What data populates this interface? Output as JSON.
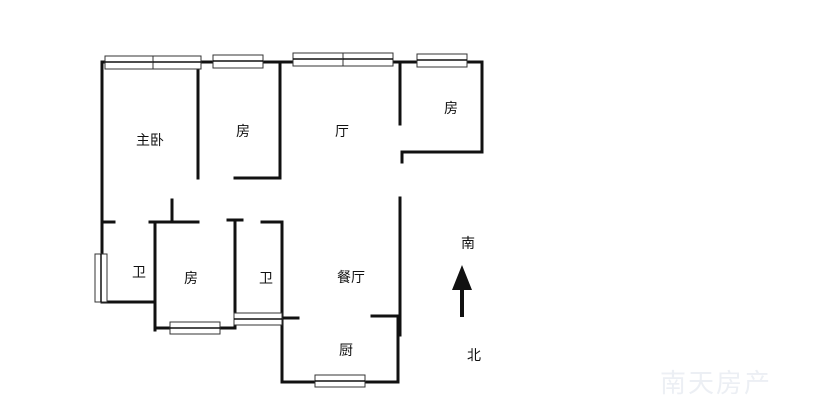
{
  "rooms": {
    "master_bedroom": "主卧",
    "room_1": "房",
    "living_room": "厅",
    "room_2": "房",
    "bath_1": "卫",
    "room_3": "房",
    "bath_2": "卫",
    "dining_room": "餐厅",
    "kitchen": "厨"
  },
  "compass": {
    "south": "南",
    "north": "北"
  },
  "watermark": "南天房产",
  "colors": {
    "wall": "#111111",
    "window_frame": "#333333",
    "watermark": "#eceff4"
  }
}
